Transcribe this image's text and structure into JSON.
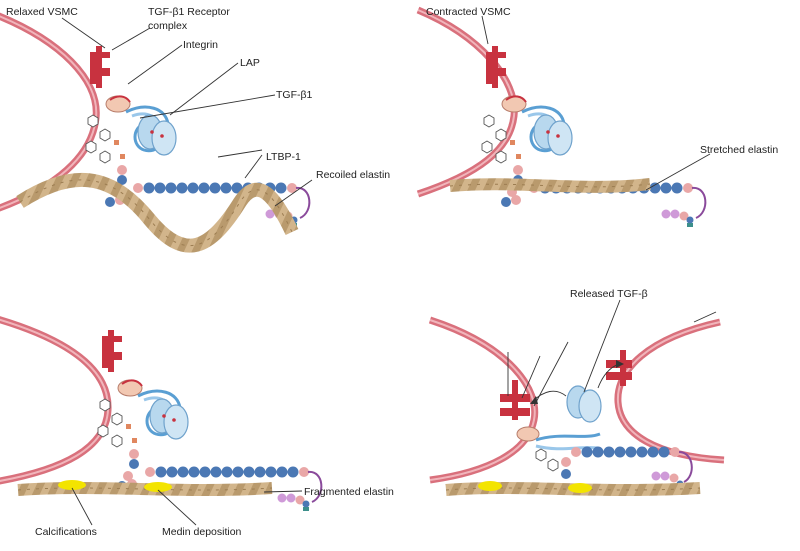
{
  "figure": {
    "panel_top_left": {
      "relaxed_vsmc": "Relaxed VSMC",
      "receptor_line1": "TGF-β1 Receptor",
      "receptor_line2": "complex",
      "integrin": "Integrin",
      "lap": "LAP",
      "tgf_b1": "TGF-β1",
      "ltbp1": "LTBP-1",
      "recoiled_elastin": "Recoiled elastin"
    },
    "panel_top_right": {
      "contracted_vsmc": "Contracted VSMC",
      "stretched_elastin": "Stretched elastin"
    },
    "panel_bottom_left": {
      "fragmented_elastin": "Fragmented elastin",
      "calcifications": "Calcifications",
      "medin_deposition": "Medin deposition"
    },
    "panel_bottom_right": {
      "released_tgf": "Released TGF-β"
    },
    "colors": {
      "cell_membrane": "#d9707c",
      "receptor": "#c8323f",
      "tgf_body": "#b8d8ee",
      "ltbp_beads": "#4b78b4",
      "pink_beads": "#e9a7a7",
      "elastin": "#c9ae86",
      "calcification": "#f3e400",
      "linker": "#8a4a9b"
    }
  }
}
